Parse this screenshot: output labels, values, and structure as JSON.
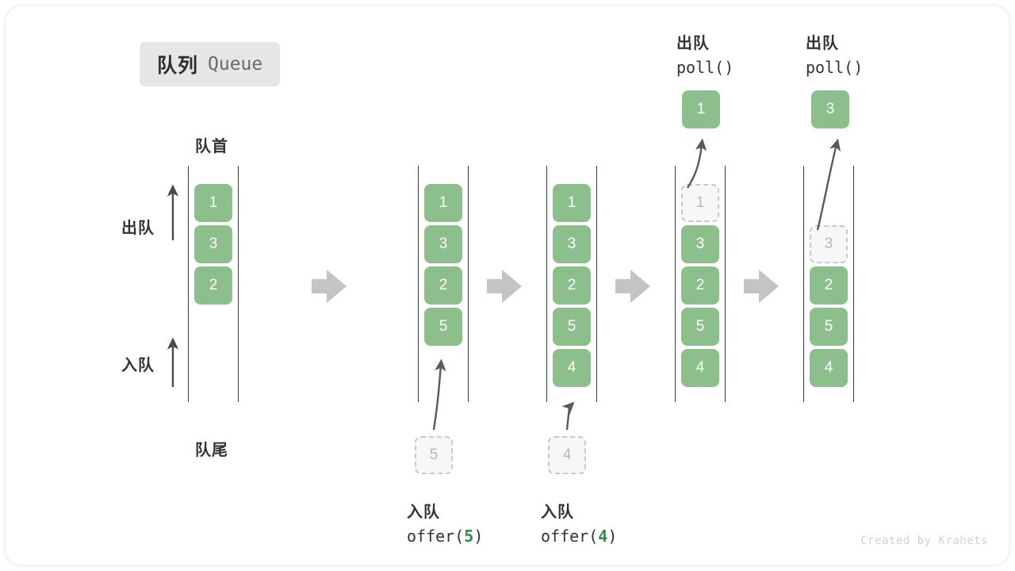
{
  "title": {
    "cn": "队列",
    "en": "Queue"
  },
  "labels": {
    "head": "队首",
    "tail": "队尾",
    "dequeue": "出队",
    "enqueue": "入队"
  },
  "watermark": "Created by Krahets",
  "colors": {
    "element": "#8cbf8c",
    "ghost_border": "#c8c8c8",
    "ghost_fill": "#f7f7f7",
    "rail": "#3b3b3b",
    "step_arrow": "#c4c4c4",
    "curve_arrow": "#5a5a5a",
    "badge_bg": "#e6e6e6",
    "arg_accent": "#2e8b4f"
  },
  "diagram": {
    "type": "queue-operations",
    "stages": [
      {
        "id": "stage-initial",
        "caption_cn": "",
        "operation": "",
        "cells": [
          {
            "value": "1",
            "state": "filled"
          },
          {
            "value": "3",
            "state": "filled"
          },
          {
            "value": "2",
            "state": "filled"
          }
        ],
        "incoming": null,
        "outgoing": null
      },
      {
        "id": "stage-offer-5",
        "caption_cn": "入队",
        "operation": "offer(5)",
        "operation_name": "offer",
        "operation_arg": "5",
        "cells": [
          {
            "value": "1",
            "state": "filled"
          },
          {
            "value": "3",
            "state": "filled"
          },
          {
            "value": "2",
            "state": "filled"
          },
          {
            "value": "5",
            "state": "filled"
          }
        ],
        "incoming": {
          "value": "5",
          "state": "ghost"
        },
        "outgoing": null
      },
      {
        "id": "stage-offer-4",
        "caption_cn": "入队",
        "operation": "offer(4)",
        "operation_name": "offer",
        "operation_arg": "4",
        "cells": [
          {
            "value": "1",
            "state": "filled"
          },
          {
            "value": "3",
            "state": "filled"
          },
          {
            "value": "2",
            "state": "filled"
          },
          {
            "value": "5",
            "state": "filled"
          },
          {
            "value": "4",
            "state": "filled"
          }
        ],
        "incoming": {
          "value": "4",
          "state": "ghost"
        },
        "outgoing": null
      },
      {
        "id": "stage-poll-1",
        "caption_cn": "出队",
        "operation": "poll()",
        "operation_name": "poll",
        "operation_arg": "",
        "cells": [
          {
            "value": "1",
            "state": "ghost"
          },
          {
            "value": "3",
            "state": "filled"
          },
          {
            "value": "2",
            "state": "filled"
          },
          {
            "value": "5",
            "state": "filled"
          },
          {
            "value": "4",
            "state": "filled"
          }
        ],
        "incoming": null,
        "outgoing": {
          "value": "1",
          "state": "filled"
        }
      },
      {
        "id": "stage-poll-3",
        "caption_cn": "出队",
        "operation": "poll()",
        "operation_name": "poll",
        "operation_arg": "",
        "cells": [
          {
            "value": "3",
            "state": "ghost"
          },
          {
            "value": "2",
            "state": "filled"
          },
          {
            "value": "5",
            "state": "filled"
          },
          {
            "value": "4",
            "state": "filled"
          }
        ],
        "incoming": null,
        "outgoing": {
          "value": "3",
          "state": "filled"
        }
      }
    ],
    "step_arrows": 4
  }
}
